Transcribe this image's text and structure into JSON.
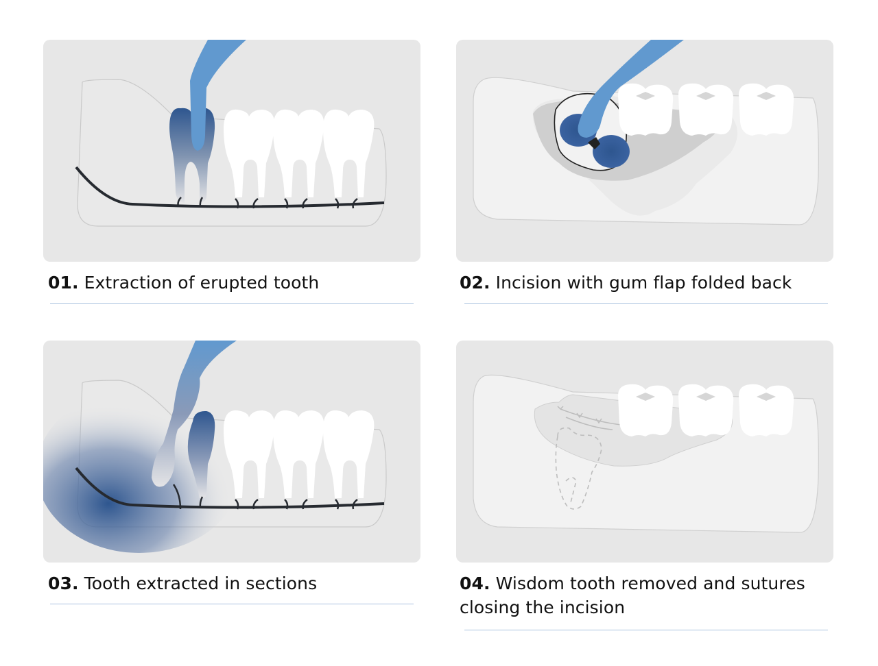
{
  "steps": [
    {
      "number": "01.",
      "label": "Extraction of erupted tooth",
      "illustration": "erupted-tooth-extraction"
    },
    {
      "number": "02.",
      "label": "Incision with gum flap folded back",
      "illustration": "gum-flap-incision"
    },
    {
      "number": "03.",
      "label": "Tooth extracted in sections",
      "illustration": "sectioned-tooth-extraction"
    },
    {
      "number": "04.",
      "label": "Wisdom tooth removed and sutures closing the incision",
      "illustration": "sutured-incision"
    }
  ],
  "colors": {
    "panel_bg": "#e7e7e7",
    "instrument_blue": "#6199cf",
    "tooth_dark_blue": "#2e568f",
    "tooth_white": "#ffffff",
    "bone_line": "#262a30",
    "gum_gray": "#cfcfcf",
    "rule_blue": "#a9c1de",
    "text": "#111111"
  }
}
